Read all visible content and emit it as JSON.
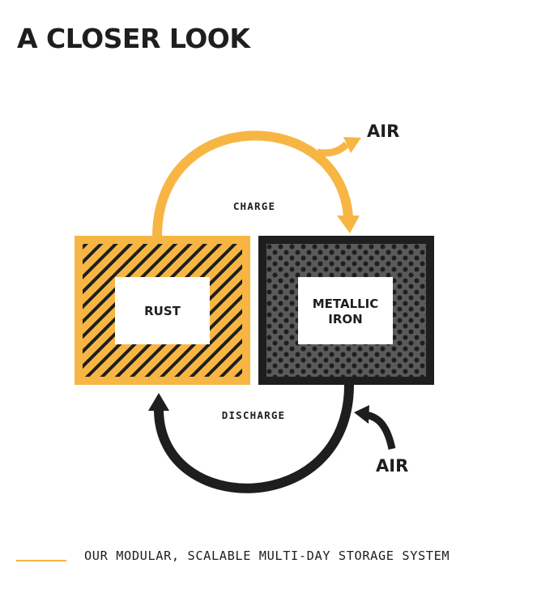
{
  "header": {
    "title": "A CLOSER LOOK"
  },
  "diagram": {
    "left_box": {
      "label": "RUST"
    },
    "right_box": {
      "label_line1": "METALLIC",
      "label_line2": "IRON"
    },
    "charge": {
      "label": "CHARGE",
      "air_label": "AIR"
    },
    "discharge": {
      "label": "DISCHARGE",
      "air_label": "AIR"
    }
  },
  "footer": {
    "caption": "OUR MODULAR, SCALABLE MULTI-DAY STORAGE SYSTEM"
  },
  "colors": {
    "accent": "#f7b643",
    "dark": "#1e1e1e",
    "stipple_bg": "#5a5a5a",
    "stipple_dot": "#1e1e1e",
    "text": "#1e1e1e"
  }
}
